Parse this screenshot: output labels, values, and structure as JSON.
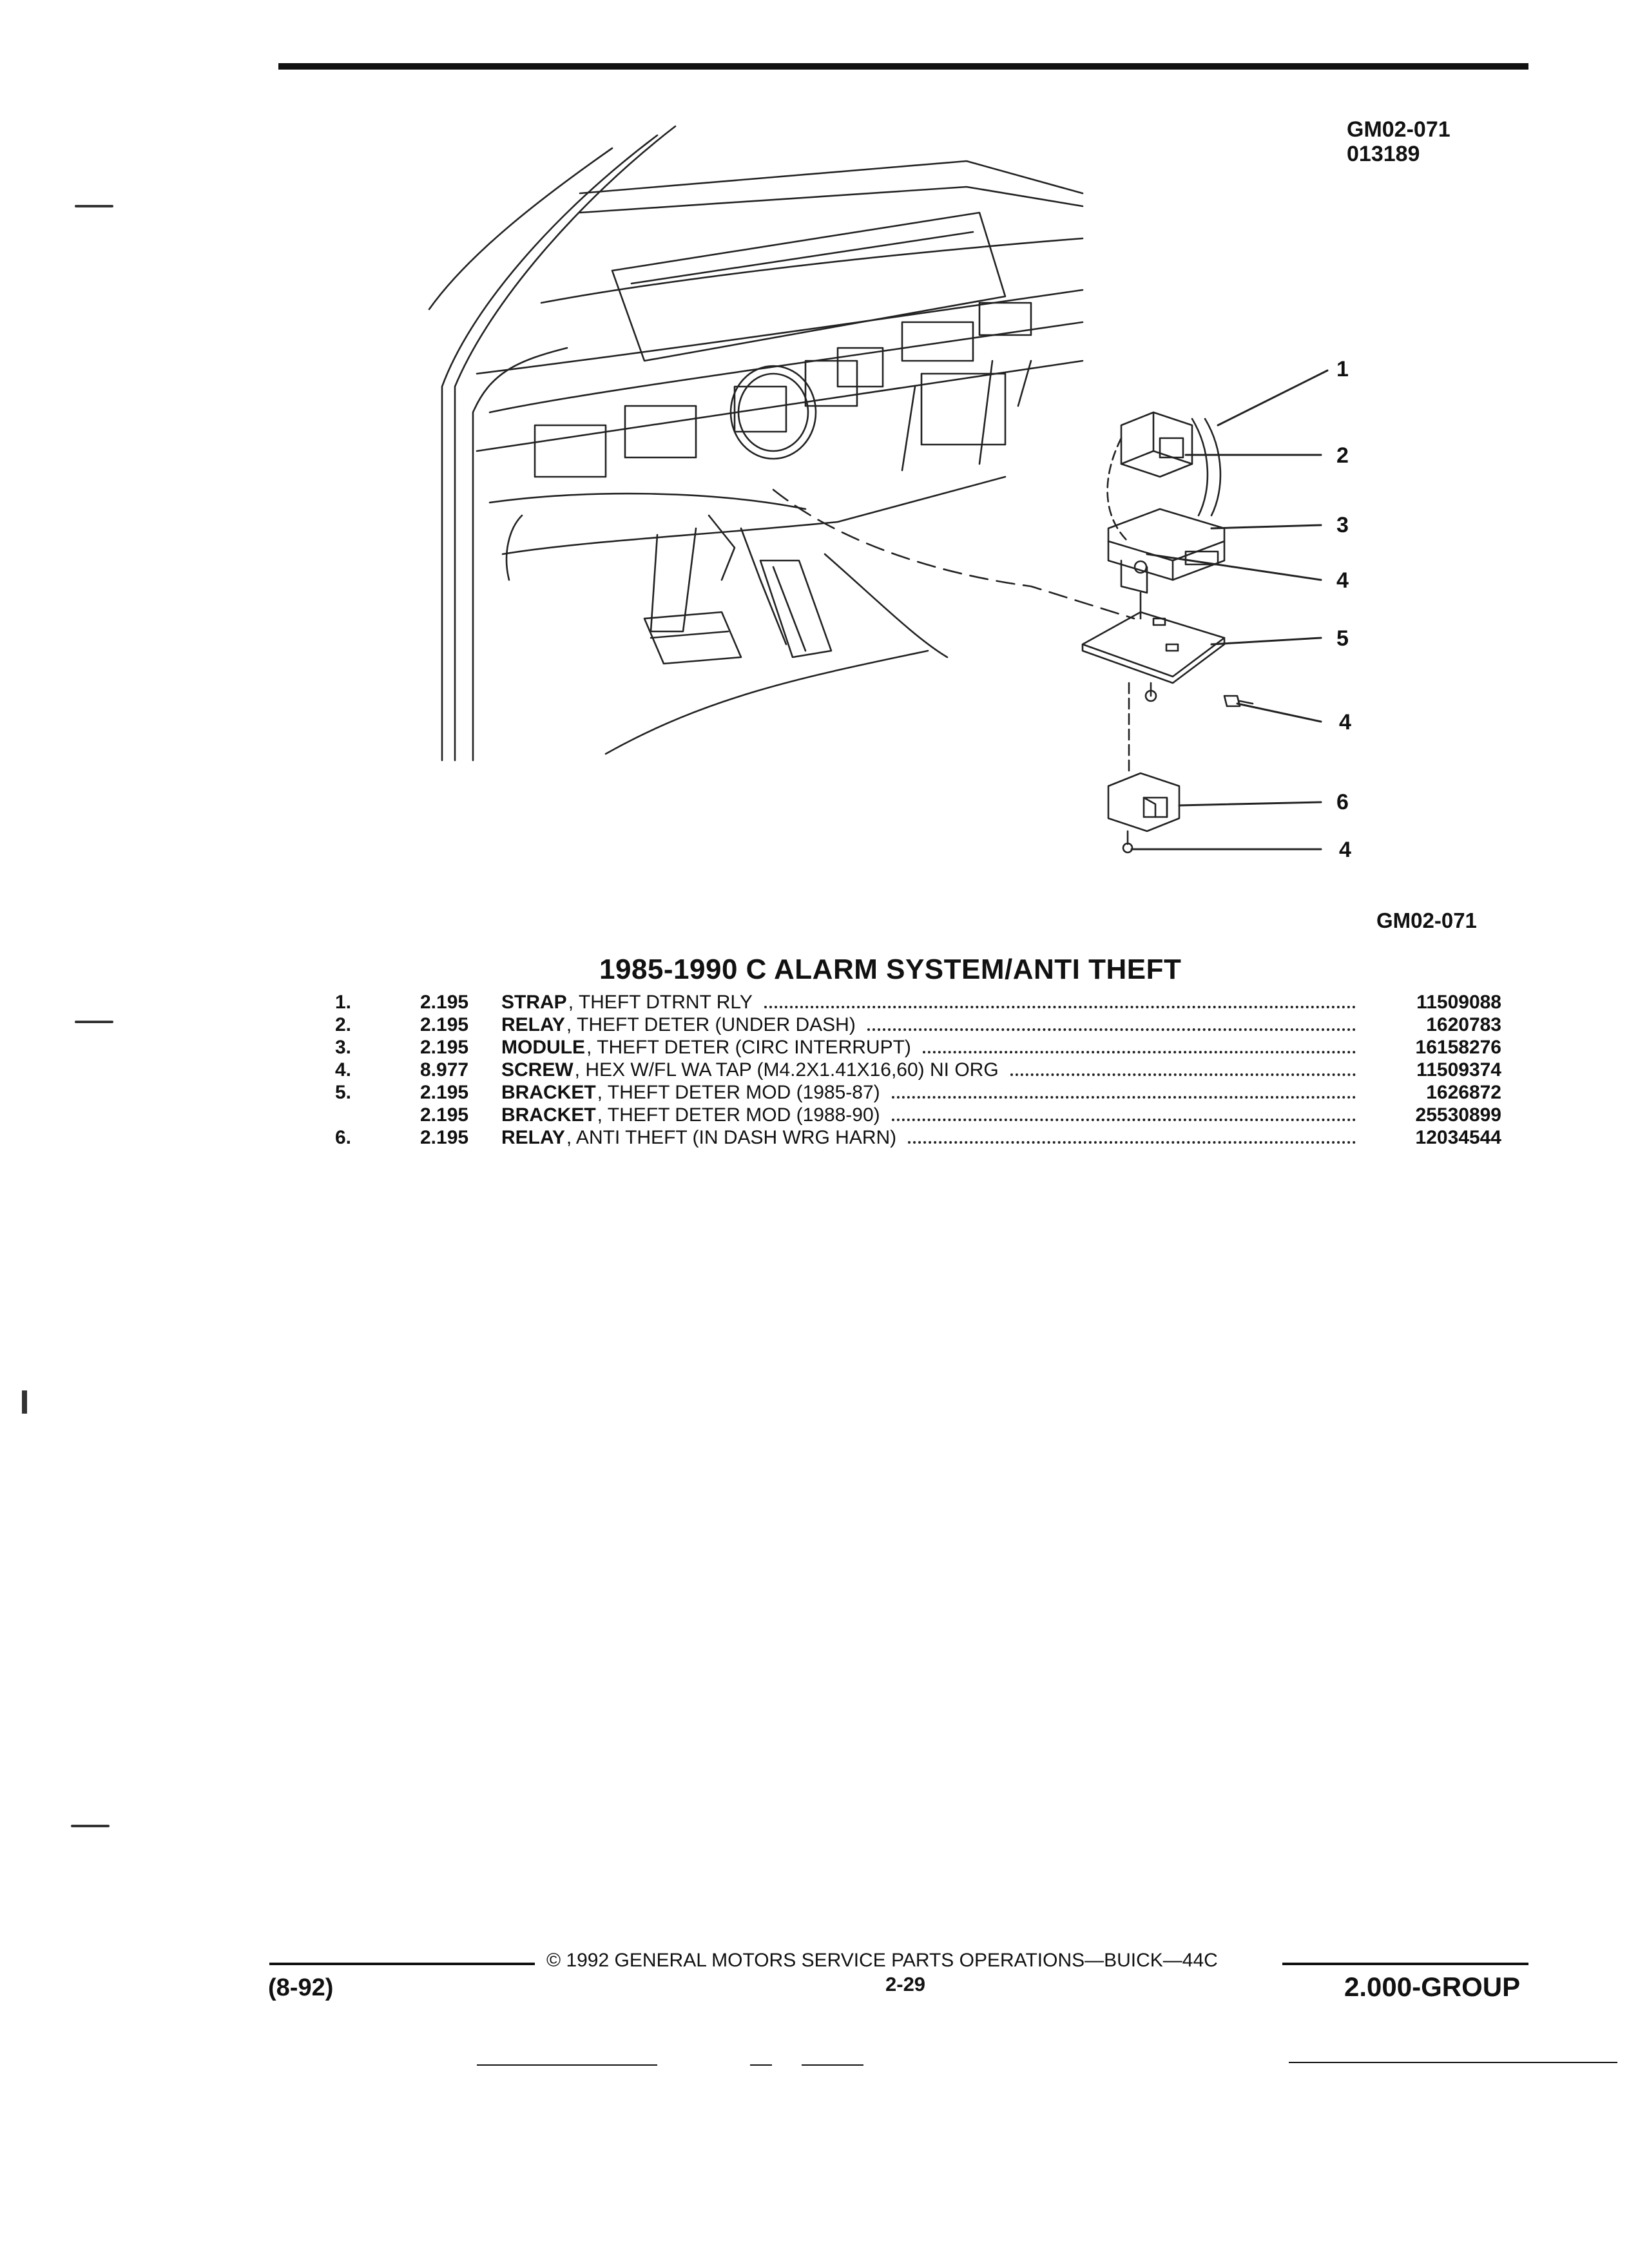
{
  "header": {
    "figure_code": "GM02-071",
    "figure_date": "013189",
    "figure_code_bottom": "GM02-071"
  },
  "illustration": {
    "callouts": [
      "1",
      "2",
      "3",
      "4",
      "5",
      "4",
      "6",
      "4"
    ]
  },
  "section_title": "1985-1990 C ALARM SYSTEM/ANTI THEFT",
  "parts": [
    {
      "item": "1.",
      "group": "2.195",
      "name": "STRAP",
      "desc": ", THEFT DTRNT RLY",
      "part_no": "11509088"
    },
    {
      "item": "2.",
      "group": "2.195",
      "name": "RELAY",
      "desc": ", THEFT DETER (UNDER DASH)",
      "part_no": "1620783"
    },
    {
      "item": "3.",
      "group": "2.195",
      "name": "MODULE",
      "desc": ", THEFT DETER (CIRC INTERRUPT)",
      "part_no": "16158276"
    },
    {
      "item": "4.",
      "group": "8.977",
      "name": "SCREW",
      "desc": ", HEX W/FL WA TAP (M4.2X1.41X16,60) NI ORG",
      "part_no": "11509374"
    },
    {
      "item": "5.",
      "group": "2.195",
      "name": "BRACKET",
      "desc": ", THEFT DETER MOD (1985-87)",
      "part_no": "1626872"
    },
    {
      "item": "",
      "group": "2.195",
      "name": "BRACKET",
      "desc": ", THEFT DETER MOD (1988-90)",
      "part_no": "25530899"
    },
    {
      "item": "6.",
      "group": "2.195",
      "name": "RELAY",
      "desc": ", ANTI THEFT (IN DASH WRG HARN)",
      "part_no": "12034544"
    }
  ],
  "footer": {
    "copyright": "© 1992 GENERAL MOTORS SERVICE PARTS OPERATIONS—BUICK—44C",
    "page_number": "2-29",
    "date_code": "(8-92)",
    "group": "2.000-GROUP"
  }
}
